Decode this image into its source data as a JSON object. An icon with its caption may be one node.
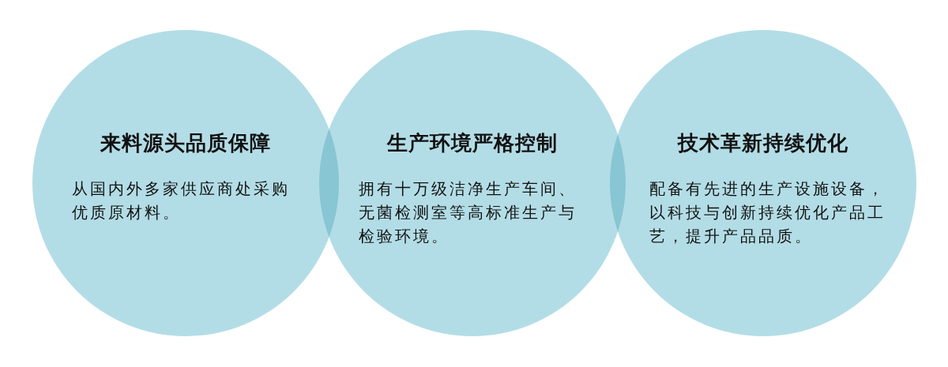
{
  "diagram": {
    "nodes": [
      {
        "text": [
          "来料源头品质保障",
          "从国内外多家供应商处采购优质原材料。"
        ]
      },
      {
        "text": [
          "生产环境严格控制",
          "拥有十万级洁净生产车间、无菌检测室等高标准生产与检验环境。"
        ]
      },
      {
        "text": [
          "技术革新持续优化",
          "配备有先进的生产设施设备，以科技与创新持续优化产品工艺，提升产品品质。"
        ]
      }
    ]
  }
}
